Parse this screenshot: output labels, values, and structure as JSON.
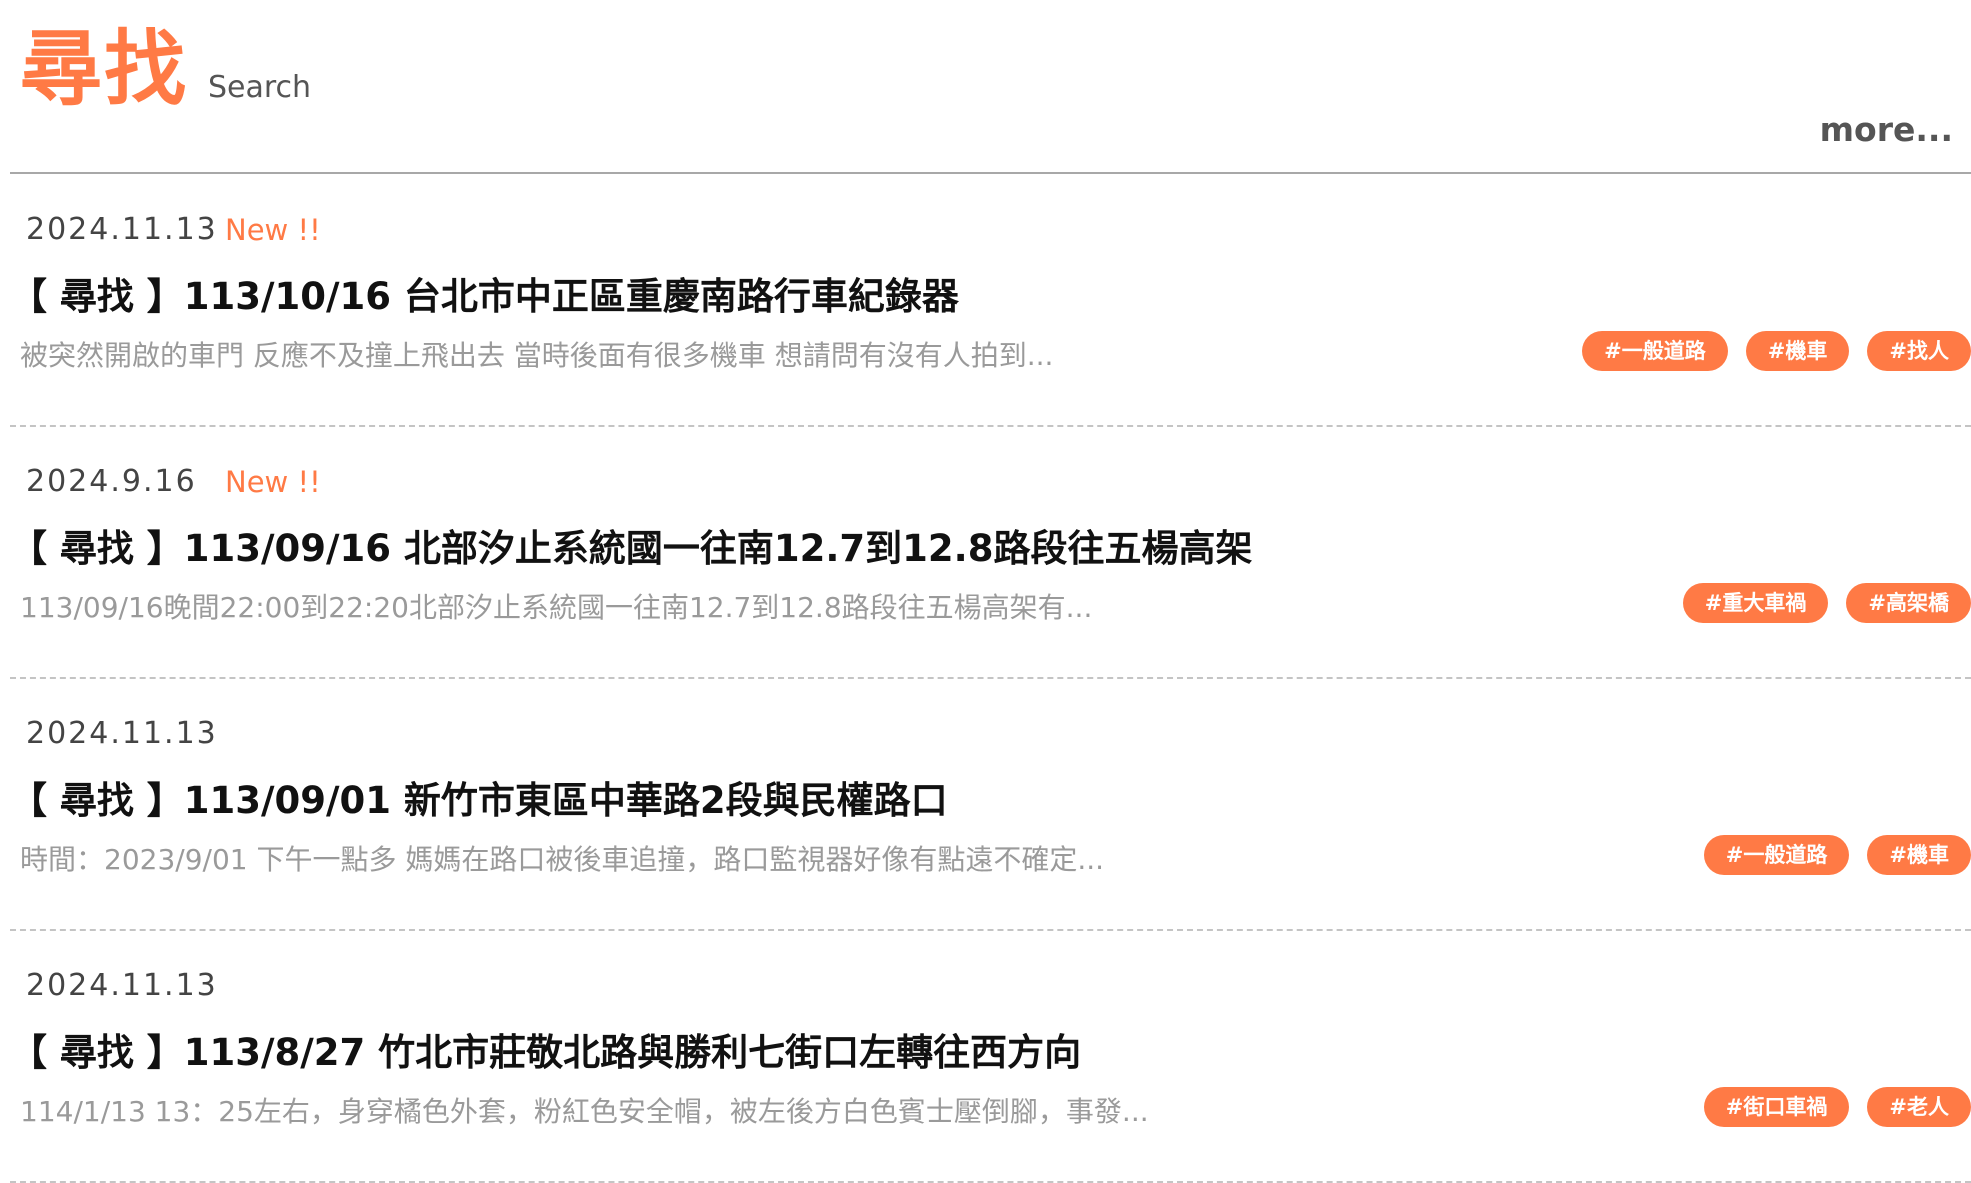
{
  "header": {
    "title": "尋找",
    "subtitle": "Search",
    "more_label": "more..."
  },
  "posts": [
    {
      "date": "2024.11.13",
      "new_badge": "New !!",
      "title": "【 尋找 】113/10/16 台北市中正區重慶南路行車紀錄器",
      "excerpt": "被突然開啟的車門 反應不及撞上飛出去 當時後面有很多機車 想請問有沒有人拍到...",
      "tags": [
        "#一般道路",
        "#機車",
        "#找人"
      ]
    },
    {
      "date": "2024.9.16",
      "new_badge": "New !!",
      "title": "【 尋找 】113/09/16 北部汐止系統國一往南12.7到12.8路段往五楊高架",
      "excerpt": "113/09/16晚間22:00到22:20北部汐止系統國一往南12.7到12.8路段往五楊高架有...",
      "tags": [
        "#重大車禍",
        "#高架橋"
      ]
    },
    {
      "date": "2024.11.13",
      "new_badge": "",
      "title": "【 尋找 】113/09/01 新竹市東區中華路2段與民權路口",
      "excerpt": "時間：2023/9/01 下午一點多 媽媽在路口被後車追撞，路口監視器好像有點遠不確定...",
      "tags": [
        "#一般道路",
        "#機車"
      ]
    },
    {
      "date": "2024.11.13",
      "new_badge": "",
      "title": "【 尋找 】113/8/27 竹北市莊敬北路與勝利七街口左轉往西方向",
      "excerpt": "114/1/13 13：25左右，身穿橘色外套，粉紅色安全帽，被左後方白色賓士壓倒腳，事發...",
      "tags": [
        "#街口車禍",
        "#老人"
      ]
    }
  ],
  "colors": {
    "accent": "#ff7a45",
    "divider": "#a8a8a8",
    "excerpt": "#9a9a9a"
  }
}
